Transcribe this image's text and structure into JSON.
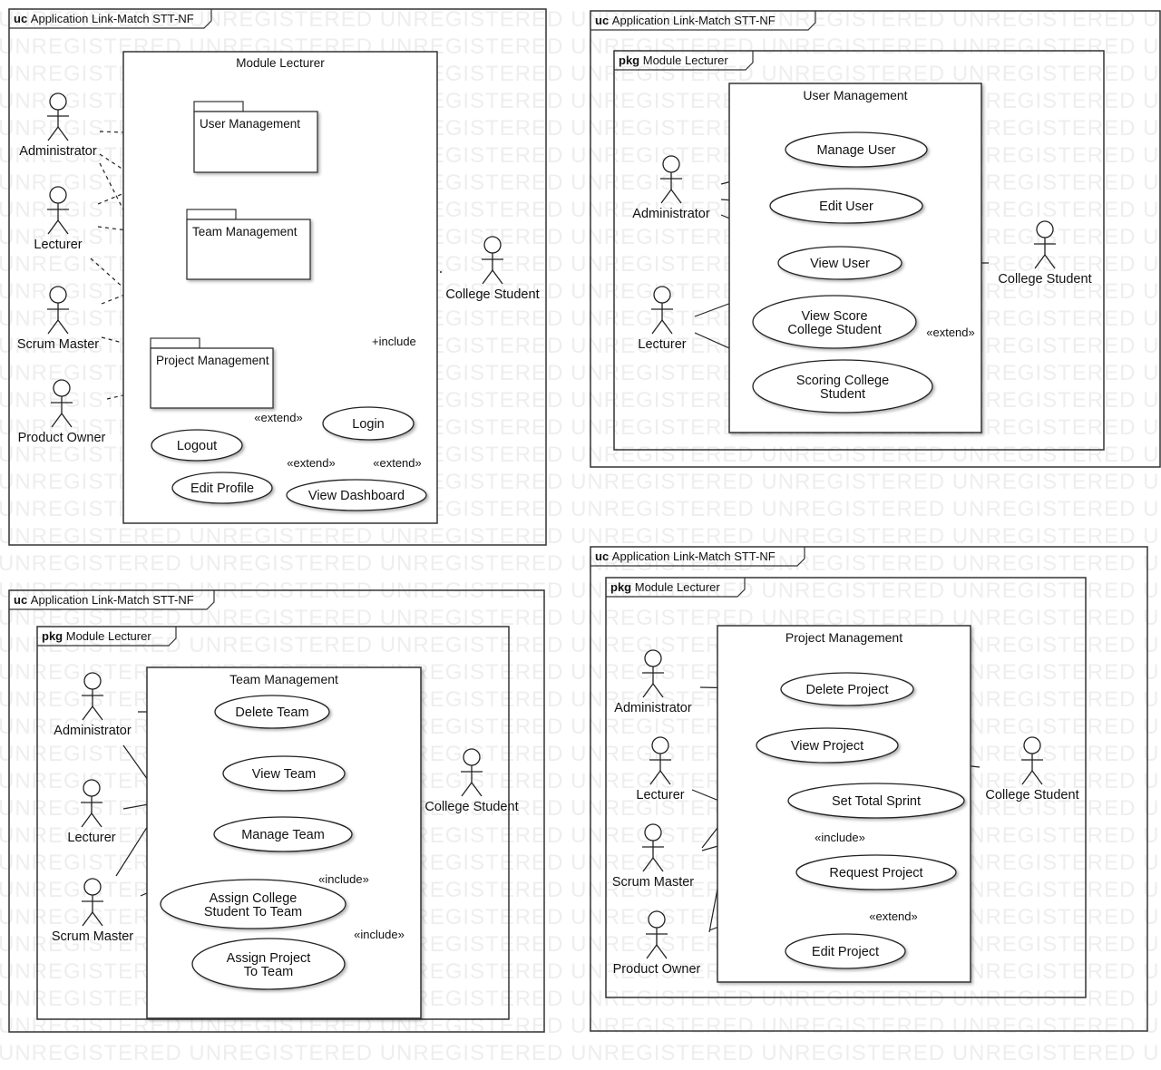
{
  "watermark": "UNREGISTERED",
  "frame_prefix_uc": "uc",
  "frame_prefix_pkg": "pkg",
  "diagrams": [
    {
      "frame_title": "Application Link-Match STT-NF",
      "package_title": "Module Lecturer",
      "actors": [
        "Administrator",
        "Lecturer",
        "Scrum Master",
        "Product Owner",
        "College Student"
      ],
      "packages": [
        "User Management",
        "Team Management",
        "Project Management"
      ],
      "use_cases": [
        "Login",
        "Logout",
        "Edit Profile",
        "View Dashboard"
      ],
      "relations": [
        "+include",
        "«extend»",
        "«extend»",
        "«extend»"
      ]
    },
    {
      "frame_title": "Application Link-Match STT-NF",
      "package_title": "Module Lecturer",
      "system_title": "User Management",
      "actors": [
        "Administrator",
        "Lecturer",
        "College Student"
      ],
      "use_cases": [
        "Manage User",
        "Edit User",
        "View User",
        "View Score\nCollege Student",
        "Scoring College\nStudent"
      ],
      "relations": [
        "«extend»"
      ]
    },
    {
      "frame_title": "Application Link-Match STT-NF",
      "package_title": "Module Lecturer",
      "system_title": "Team Management",
      "actors": [
        "Administrator",
        "Lecturer",
        "Scrum Master",
        "College Student"
      ],
      "use_cases": [
        "Delete Team",
        "View Team",
        "Manage Team",
        "Assign College\nStudent To Team",
        "Assign Project\nTo Team"
      ],
      "relations": [
        "«include»",
        "«include»"
      ]
    },
    {
      "frame_title": "Application Link-Match STT-NF",
      "package_title": "Module Lecturer",
      "system_title": "Project Management",
      "actors": [
        "Administrator",
        "Lecturer",
        "Scrum Master",
        "Product Owner",
        "College Student"
      ],
      "use_cases": [
        "Delete Project",
        "View Project",
        "Set Total Sprint",
        "Request Project",
        "Edit Project"
      ],
      "relations": [
        "«include»",
        "«extend»"
      ]
    }
  ]
}
